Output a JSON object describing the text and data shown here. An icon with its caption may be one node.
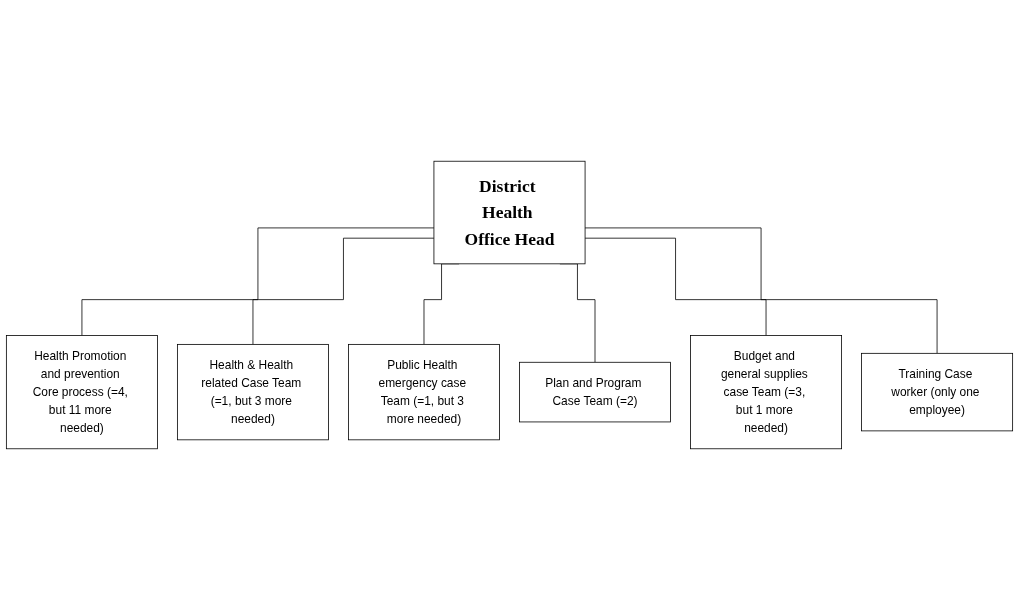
{
  "diagram": {
    "nodes": [
      {
        "text": [
          "District Health Office Head"
        ]
      },
      {
        "text": [
          "Health Promotion and prevention Core process (=4, but 11 more needed)"
        ]
      },
      {
        "text": [
          "Health & Health related Case Team (=1, but 3 more needed)"
        ]
      },
      {
        "text": [
          "Public Health emergency case Team (=1, but 3 more needed)"
        ]
      },
      {
        "text": [
          "Plan and Program Case Team (=2)"
        ]
      },
      {
        "text": [
          "Budget and general supplies case Team (=3, but 1 more needed)"
        ]
      },
      {
        "text": [
          "Training Case worker (only one employee)"
        ]
      }
    ],
    "edges": [
      {
        "from": 0,
        "to": 1,
        "arrow": "none"
      },
      {
        "from": 0,
        "to": 2,
        "arrow": "none"
      },
      {
        "from": 0,
        "to": 3,
        "arrow": "none"
      },
      {
        "from": 0,
        "to": 4,
        "arrow": "none"
      },
      {
        "from": 0,
        "to": 5,
        "arrow": "none"
      },
      {
        "from": 0,
        "to": 6,
        "arrow": "none"
      }
    ]
  }
}
